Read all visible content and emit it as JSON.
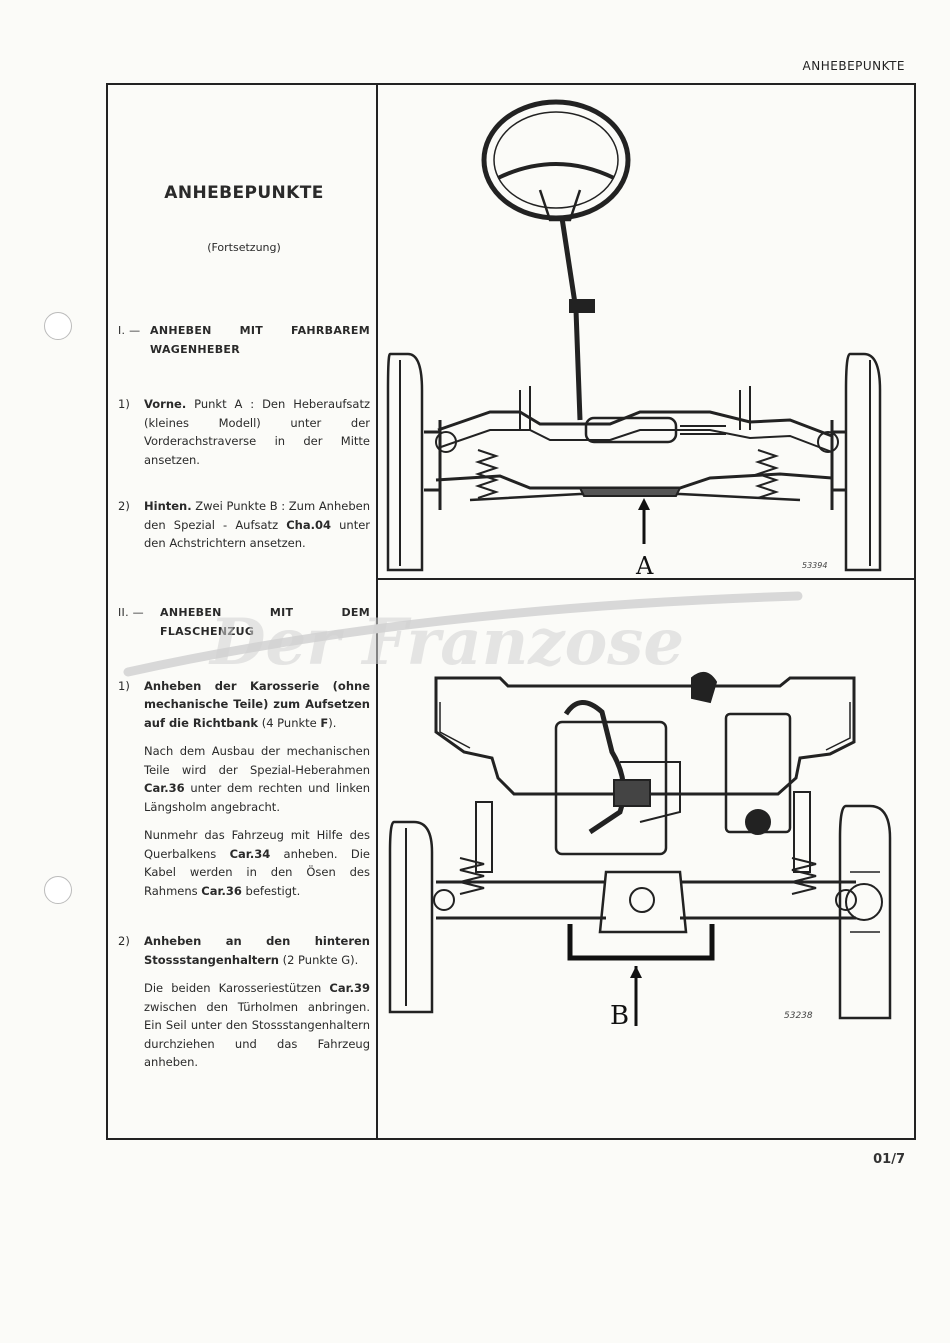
{
  "header": {
    "title": "ANHEBEPUNKTE"
  },
  "page": {
    "title": "ANHEBEPUNKTE",
    "subtitle": "(Fortsetzung)",
    "number": "01/7"
  },
  "sections": [
    {
      "num": "I. —",
      "heading": "ANHEBEN MIT FAHRBAREM WAGENHEBER",
      "items": [
        {
          "num": "1)",
          "lead": "Vorne.",
          "text": " Punkt A : Den Heberaufsatz (kleines Modell) unter der Vorderachstraverse in der Mitte ansetzen."
        },
        {
          "num": "2)",
          "lead": "Hinten.",
          "text1": " Zwei Punkte B : Zum Anheben den Spezial - Aufsatz ",
          "tool": "Cha.04",
          "text2": " unter den Achstrichtern ansetzen."
        }
      ]
    },
    {
      "num": "II. —",
      "heading": "ANHEBEN MIT DEM FLASCHENZUG",
      "items": [
        {
          "num": "1)",
          "lead": "Anheben der Karosserie (ohne mechanische Teile) zum Aufsetzen auf die Richtbank",
          "lead_tail": " (4 Punkte ",
          "lead_point": "F",
          "lead_end": ").",
          "p1a": "Nach dem Ausbau der mechanischen Teile wird der Spezial-Heberahmen ",
          "p1tool": "Car.36",
          "p1b": " unter dem rechten und linken Längsholm angebracht.",
          "p2a": "Nunmehr das Fahrzeug mit Hilfe des Querbalkens ",
          "p2tool": "Car.34",
          "p2b": " anheben. Die Kabel werden in den Ösen des Rahmens ",
          "p2tool2": "Car.36",
          "p2c": " befestigt."
        },
        {
          "num": "2)",
          "lead": "Anheben an den hinteren Stossstangenhaltern",
          "lead_tail": " (2 Punkte G).",
          "p1a": "Die beiden Karosseriestützen ",
          "p1tool": "Car.39",
          "p1b": " zwischen den Türholmen anbringen. Ein Seil unter den Stossstangenhaltern durchziehen und das Fahrzeug anheben."
        }
      ]
    }
  ],
  "figures": {
    "top": {
      "label": "A",
      "code": "53394"
    },
    "bottom": {
      "label": "B",
      "code": "53238"
    }
  },
  "watermark": {
    "text": "Der Franzose"
  }
}
